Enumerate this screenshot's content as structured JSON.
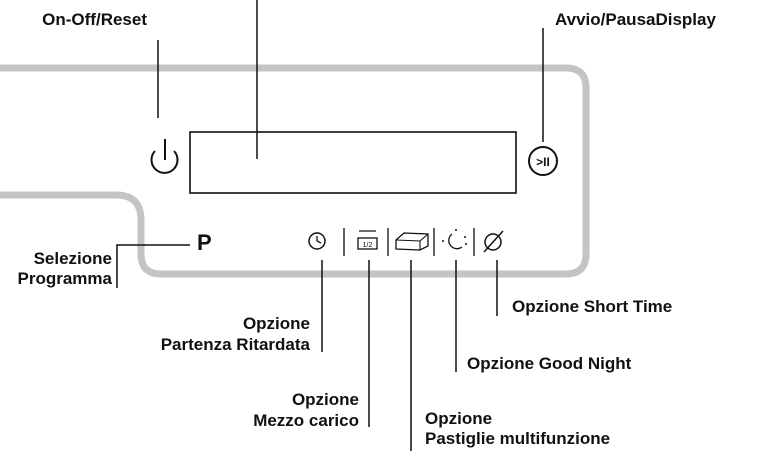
{
  "labels": {
    "on_off_reset": "On-Off/Reset",
    "avvio_pausa_display": "Avvio/PausaDisplay",
    "selezione": "Selezione",
    "programma": "Programma",
    "program_key": "P",
    "short_time": "Opzione Short Time",
    "partenza_line1": "Opzione",
    "partenza_line2": "Partenza Ritardata",
    "good_night": "Opzione Good Night",
    "mezzo_line1": "Opzione",
    "mezzo_line2": "Mezzo carico",
    "pastiglie_line1": "Opzione",
    "pastiglie_line2": "Pastiglie multifunzione"
  },
  "icons": {
    "power": "power-icon",
    "start_pause": "play-pause-icon",
    "delay": "clock-icon",
    "half_load": "half-load-icon",
    "tablet": "tablet-icon",
    "night": "moon-icon",
    "short_time": "slashed-circle-icon"
  },
  "icon_glyphs": {
    "half_load_fraction": "1/2",
    "start_pause_glyph": ">II"
  },
  "colors": {
    "panel_outline": "#c4c4c4",
    "line": "#111111"
  }
}
